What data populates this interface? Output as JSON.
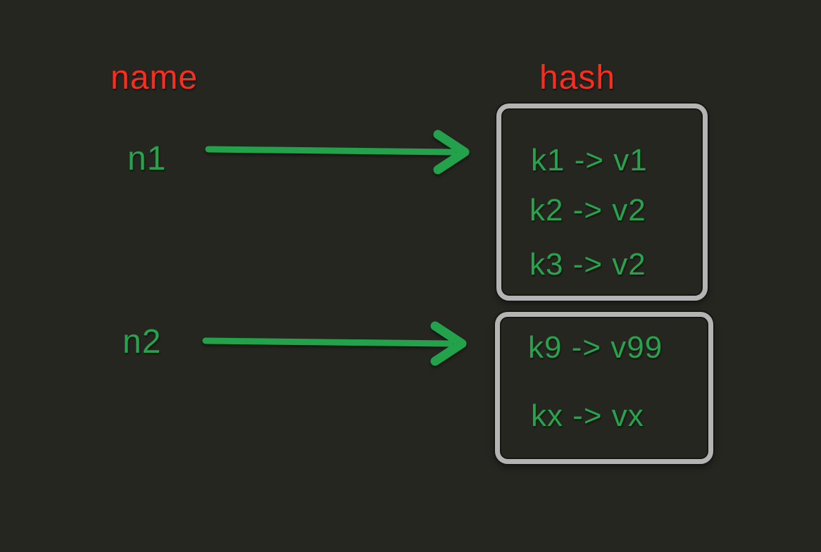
{
  "columns": {
    "name": "name",
    "hash": "hash"
  },
  "names": [
    {
      "label": "n1"
    },
    {
      "label": "n2"
    }
  ],
  "hashes": [
    {
      "entries": [
        "k1 -> v1",
        "k2 -> v2",
        "k3 -> v2"
      ]
    },
    {
      "entries": [
        "k9 -> v99",
        "kx -> vx"
      ]
    }
  ],
  "colors": {
    "background": "#262621",
    "label_red": "#fa2d1f",
    "text_green": "#28a24c",
    "box_border_gray": "#b4b4b4"
  }
}
